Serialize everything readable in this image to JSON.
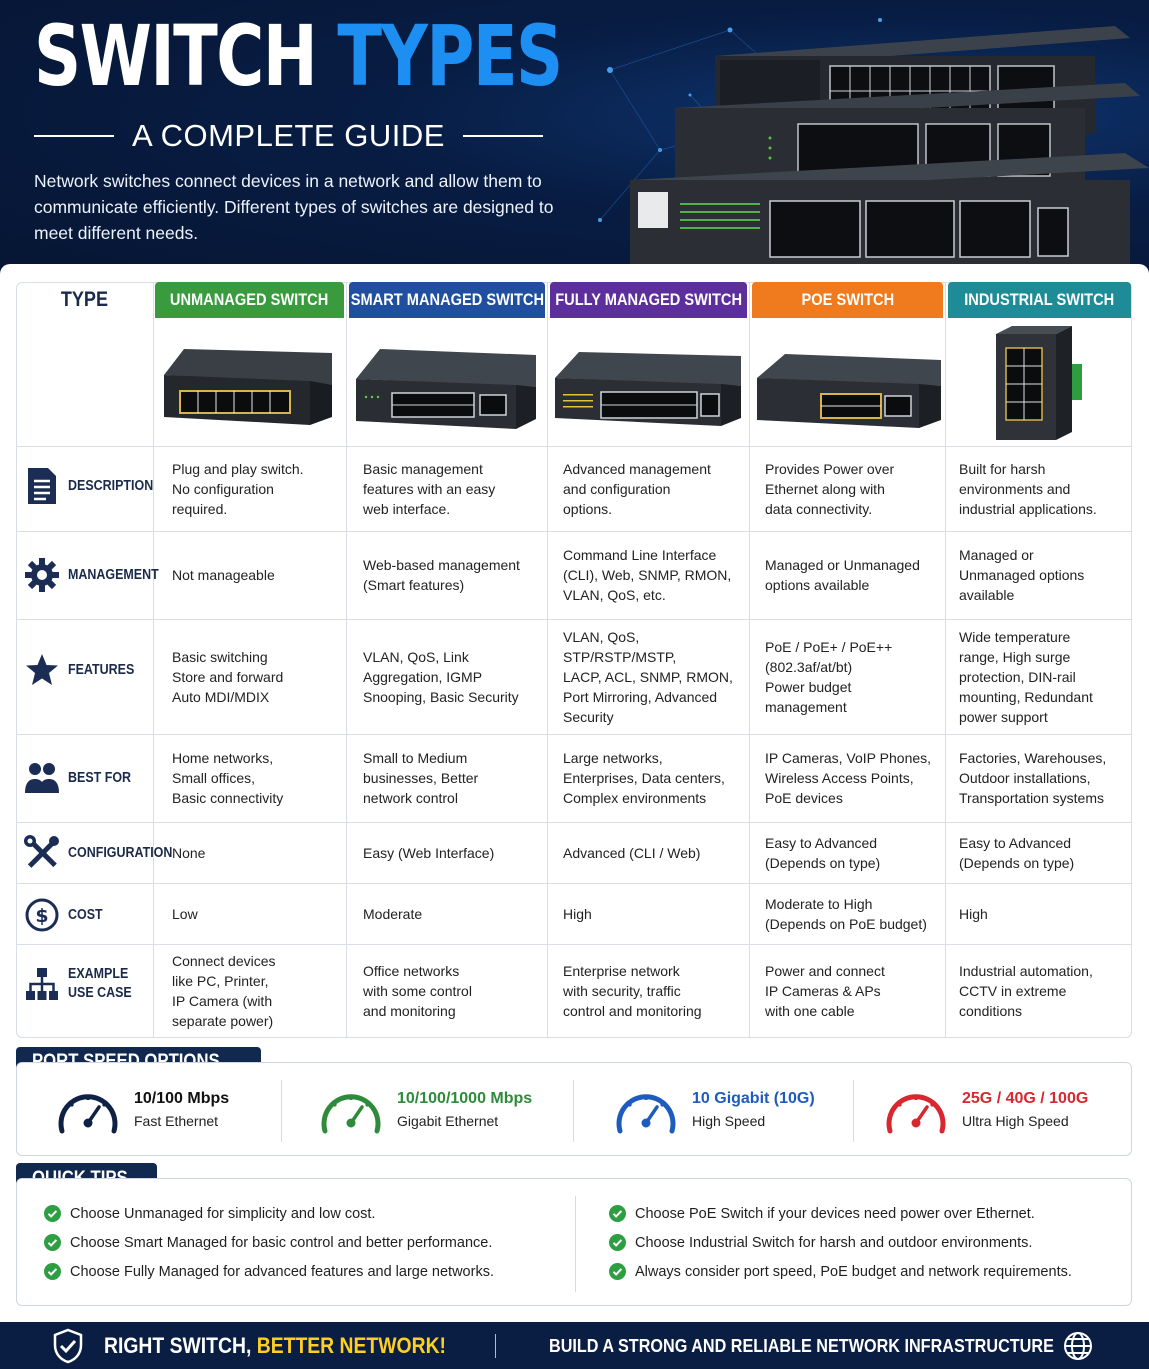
{
  "header": {
    "title_word1": "SWITCH",
    "title_word2": "TYPES",
    "subtitle": "A COMPLETE GUIDE",
    "intro": "Network switches connect devices in a network and allow them to communicate efficiently. Different types of switches are designed to meet different needs."
  },
  "table": {
    "corner_label": "TYPE",
    "columns": [
      {
        "name": "UNMANAGED SWITCH",
        "color": "#3a9a3e"
      },
      {
        "name": "SMART MANAGED SWITCH",
        "color": "#1f4f9e"
      },
      {
        "name": "FULLY MANAGED SWITCH",
        "color": "#5d2f9c"
      },
      {
        "name": "POE SWITCH",
        "color": "#f07a1e"
      },
      {
        "name": "INDUSTRIAL SWITCH",
        "color": "#1e8c96"
      }
    ],
    "rows": [
      {
        "label": "DESCRIPTION",
        "icon": "document-icon",
        "cells": [
          "Plug and play switch.\nNo configuration\nrequired.",
          "Basic management\nfeatures with an easy\nweb interface.",
          "Advanced management\nand configuration\noptions.",
          "Provides Power over\nEthernet along with\ndata connectivity.",
          "Built for harsh\nenvironments and\nindustrial applications."
        ]
      },
      {
        "label": "MANAGEMENT",
        "icon": "gear-icon",
        "cells": [
          "Not manageable",
          "Web-based management\n(Smart features)",
          "Command Line Interface\n(CLI), Web, SNMP, RMON,\nVLAN, QoS, etc.",
          "Managed or Unmanaged\noptions available",
          "Managed or\nUnmanaged options\navailable"
        ]
      },
      {
        "label": "FEATURES",
        "icon": "star-icon",
        "cells": [
          "Basic switching\nStore and forward\nAuto MDI/MDIX",
          "VLAN, QoS, Link\nAggregation, IGMP\nSnooping, Basic Security",
          "VLAN, QoS, STP/RSTP/MSTP,\nLACP, ACL, SNMP, RMON,\nPort Mirroring, Advanced\nSecurity",
          "PoE / PoE+ / PoE++\n(802.3af/at/bt)\nPower budget\nmanagement",
          "Wide temperature\nrange, High surge\nprotection, DIN-rail\nmounting, Redundant\npower support"
        ]
      },
      {
        "label": "BEST FOR",
        "icon": "users-icon",
        "cells": [
          "Home networks,\nSmall offices,\nBasic connectivity",
          "Small to Medium\nbusinesses, Better\nnetwork control",
          "Large networks,\nEnterprises, Data centers,\nComplex environments",
          "IP Cameras, VoIP Phones,\nWireless Access Points,\nPoE devices",
          "Factories, Warehouses,\nOutdoor installations,\nTransportation systems"
        ]
      },
      {
        "label": "CONFIGURATION",
        "icon": "tools-icon",
        "cells": [
          "None",
          "Easy (Web Interface)",
          "Advanced (CLI / Web)",
          "Easy to Advanced\n(Depends on type)",
          "Easy to Advanced\n(Depends on type)"
        ]
      },
      {
        "label": "COST",
        "icon": "dollar-icon",
        "cells": [
          "Low",
          "Moderate",
          "High",
          "Moderate to High\n(Depends on PoE budget)",
          "High"
        ]
      },
      {
        "label": "EXAMPLE\nUSE CASE",
        "icon": "network-icon",
        "cells": [
          "Connect devices\nlike PC, Printer,\nIP Camera (with\nseparate power)",
          "Office networks\nwith some control\nand monitoring",
          "Enterprise network\nwith security, traffic\ncontrol and monitoring",
          "Power and connect\nIP Cameras & APs\nwith one cable",
          "Industrial automation,\nCCTV in extreme\nconditions"
        ]
      }
    ]
  },
  "port_speed": {
    "title": "PORT SPEED OPTIONS",
    "items": [
      {
        "value": "10/100 Mbps",
        "label": "Fast Ethernet",
        "color": "#0f2145"
      },
      {
        "value": "10/100/1000 Mbps",
        "label": "Gigabit Ethernet",
        "color": "#2e8b3a"
      },
      {
        "value": "10 Gigabit (10G)",
        "label": "High Speed",
        "color": "#1e5bbf"
      },
      {
        "value": "25G / 40G / 100G",
        "label": "Ultra High Speed",
        "color": "#d8272e"
      }
    ]
  },
  "tips": {
    "title": "QUICK TIPS",
    "left": [
      {
        "pre": "Choose ",
        "em": "Unmanaged",
        "post": " for simplicity and low cost."
      },
      {
        "pre": "Choose ",
        "em": "Smart Managed",
        "post": " for basic control and better performance."
      },
      {
        "pre": "Choose ",
        "em": "Fully Managed",
        "post": " for advanced features and large networks."
      }
    ],
    "right": [
      {
        "pre": "Choose ",
        "em": "PoE Switch",
        "post": " if your devices need power over Ethernet."
      },
      {
        "pre": "Choose ",
        "em": "Industrial Switch",
        "post": " for harsh and outdoor environments."
      },
      {
        "pre": "Always consider ",
        "em": "port speed, PoE budget",
        "post": " and network requirements."
      }
    ]
  },
  "footer": {
    "left_white": "RIGHT SWITCH, ",
    "left_accent": "BETTER NETWORK!",
    "right": "BUILD A STRONG AND RELIABLE NETWORK INFRASTRUCTURE"
  }
}
